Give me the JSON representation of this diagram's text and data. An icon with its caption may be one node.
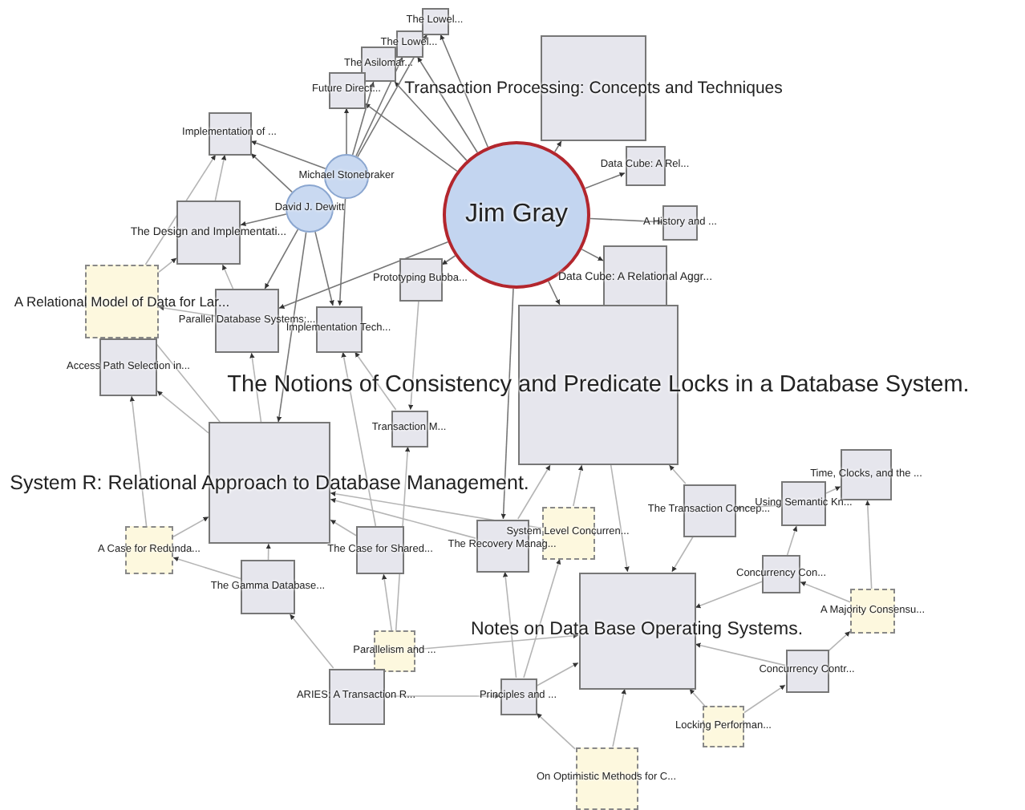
{
  "diagram": {
    "nodes": [
      {
        "text": [
          "Jim Gray"
        ]
      },
      {
        "text": [
          "Michael Stonebraker"
        ]
      },
      {
        "text": [
          "David J. Dewitt"
        ]
      },
      {
        "text": [
          "The Lowel..."
        ]
      },
      {
        "text": [
          "The Lowel..."
        ]
      },
      {
        "text": [
          "The Asilomar..."
        ]
      },
      {
        "text": [
          "Future Direct..."
        ]
      },
      {
        "text": [
          "Transaction Processing: Concepts and Techniques"
        ]
      },
      {
        "text": [
          "Data Cube: A Rel..."
        ]
      },
      {
        "text": [
          "A History and ..."
        ]
      },
      {
        "text": [
          "Data Cube: A Relational Aggr..."
        ]
      },
      {
        "text": [
          "The Notions of Consistency and Predicate Locks in a Database System."
        ]
      },
      {
        "text": [
          "Implementation of ..."
        ]
      },
      {
        "text": [
          "The Design and Implementati..."
        ]
      },
      {
        "text": [
          "A Relational Model of Data for Lar..."
        ]
      },
      {
        "text": [
          "Parallel Database Systems:..."
        ]
      },
      {
        "text": [
          "Implementation Tech..."
        ]
      },
      {
        "text": [
          "Prototyping Bubba..."
        ]
      },
      {
        "text": [
          "Access Path Selection in..."
        ]
      },
      {
        "text": [
          "System R: Relational Approach to Database Management."
        ]
      },
      {
        "text": [
          "Transaction M..."
        ]
      },
      {
        "text": [
          "A Case for Redunda..."
        ]
      },
      {
        "text": [
          "The Gamma Database..."
        ]
      },
      {
        "text": [
          "The Case for Shared..."
        ]
      },
      {
        "text": [
          "The Recovery Manag..."
        ]
      },
      {
        "text": [
          "System Level Concurren..."
        ]
      },
      {
        "text": [
          "The Transaction Concep..."
        ]
      },
      {
        "text": [
          "Time, Clocks, and the ..."
        ]
      },
      {
        "text": [
          "Using Semantic Kn..."
        ]
      },
      {
        "text": [
          "Concurrency Con..."
        ]
      },
      {
        "text": [
          "A Majority Consensu..."
        ]
      },
      {
        "text": [
          "Notes on Data Base Operating Systems."
        ]
      },
      {
        "text": [
          "Parallelism and ..."
        ]
      },
      {
        "text": [
          "ARIES: A Transaction R..."
        ]
      },
      {
        "text": [
          "Principles and ..."
        ]
      },
      {
        "text": [
          "Concurrency Contr..."
        ]
      },
      {
        "text": [
          "Locking Performan..."
        ]
      },
      {
        "text": [
          "On Optimistic Methods for C..."
        ]
      }
    ],
    "edges": [
      {
        "from": 0,
        "to": 3,
        "arrow": "to"
      },
      {
        "from": 0,
        "to": 4,
        "arrow": "to"
      },
      {
        "from": 0,
        "to": 5,
        "arrow": "to"
      },
      {
        "from": 0,
        "to": 6,
        "arrow": "to"
      },
      {
        "from": 0,
        "to": 7,
        "arrow": "to"
      },
      {
        "from": 0,
        "to": 8,
        "arrow": "to"
      },
      {
        "from": 0,
        "to": 9,
        "arrow": "to"
      },
      {
        "from": 0,
        "to": 10,
        "arrow": "to"
      },
      {
        "from": 0,
        "to": 11,
        "arrow": "to"
      },
      {
        "from": 0,
        "to": 17,
        "arrow": "to"
      },
      {
        "from": 0,
        "to": 24,
        "arrow": "to"
      },
      {
        "from": 0,
        "to": 15,
        "arrow": "to"
      },
      {
        "from": 1,
        "to": 3,
        "arrow": "to"
      },
      {
        "from": 1,
        "to": 4,
        "arrow": "to"
      },
      {
        "from": 1,
        "to": 5,
        "arrow": "to"
      },
      {
        "from": 1,
        "to": 6,
        "arrow": "to"
      },
      {
        "from": 1,
        "to": 12,
        "arrow": "to"
      },
      {
        "from": 1,
        "to": 16,
        "arrow": "to"
      },
      {
        "from": 2,
        "to": 12,
        "arrow": "to"
      },
      {
        "from": 2,
        "to": 13,
        "arrow": "to"
      },
      {
        "from": 2,
        "to": 15,
        "arrow": "to"
      },
      {
        "from": 2,
        "to": 16,
        "arrow": "to"
      },
      {
        "from": 2,
        "to": 19,
        "arrow": "to"
      },
      {
        "from": 13,
        "to": 12,
        "arrow": "to"
      },
      {
        "from": 14,
        "to": 12,
        "arrow": "to"
      },
      {
        "from": 14,
        "to": 13,
        "arrow": "to"
      },
      {
        "from": 15,
        "to": 14,
        "arrow": "to"
      },
      {
        "from": 15,
        "to": 13,
        "arrow": "to"
      },
      {
        "from": 21,
        "to": 18,
        "arrow": "to"
      },
      {
        "from": 19,
        "to": 18,
        "arrow": "to"
      },
      {
        "from": 19,
        "to": 14,
        "arrow": "to"
      },
      {
        "from": 19,
        "to": 15,
        "arrow": "to"
      },
      {
        "from": 22,
        "to": 19,
        "arrow": "to"
      },
      {
        "from": 21,
        "to": 19,
        "arrow": "to"
      },
      {
        "from": 22,
        "to": 21,
        "arrow": "to"
      },
      {
        "from": 23,
        "to": 19,
        "arrow": "to"
      },
      {
        "from": 23,
        "to": 16,
        "arrow": "to"
      },
      {
        "from": 20,
        "to": 16,
        "arrow": "to"
      },
      {
        "from": 17,
        "to": 20,
        "arrow": "to"
      },
      {
        "from": 24,
        "to": 11,
        "arrow": "to"
      },
      {
        "from": 24,
        "to": 19,
        "arrow": "to"
      },
      {
        "from": 25,
        "to": 11,
        "arrow": "to"
      },
      {
        "from": 26,
        "to": 11,
        "arrow": "to"
      },
      {
        "from": 11,
        "to": 31,
        "arrow": "to"
      },
      {
        "from": 28,
        "to": 26,
        "arrow": "to"
      },
      {
        "from": 28,
        "to": 27,
        "arrow": "to"
      },
      {
        "from": 29,
        "to": 28,
        "arrow": "to"
      },
      {
        "from": 30,
        "to": 27,
        "arrow": "to"
      },
      {
        "from": 30,
        "to": 29,
        "arrow": "to"
      },
      {
        "from": 35,
        "to": 30,
        "arrow": "to"
      },
      {
        "from": 35,
        "to": 31,
        "arrow": "to"
      },
      {
        "from": 36,
        "to": 35,
        "arrow": "to"
      },
      {
        "from": 36,
        "to": 31,
        "arrow": "to"
      },
      {
        "from": 37,
        "to": 31,
        "arrow": "to"
      },
      {
        "from": 37,
        "to": 34,
        "arrow": "to"
      },
      {
        "from": 34,
        "to": 31,
        "arrow": "to"
      },
      {
        "from": 34,
        "to": 25,
        "arrow": "to"
      },
      {
        "from": 34,
        "to": 24,
        "arrow": "to"
      },
      {
        "from": 33,
        "to": 22,
        "arrow": "to"
      },
      {
        "from": 33,
        "to": 34,
        "arrow": "to"
      },
      {
        "from": 32,
        "to": 23,
        "arrow": "to"
      },
      {
        "from": 32,
        "to": 31,
        "arrow": "to"
      },
      {
        "from": 29,
        "to": 31,
        "arrow": "to"
      },
      {
        "from": 26,
        "to": 31,
        "arrow": "to"
      },
      {
        "from": 25,
        "to": 19,
        "arrow": "to"
      },
      {
        "from": 32,
        "to": 20,
        "arrow": "to"
      }
    ]
  }
}
